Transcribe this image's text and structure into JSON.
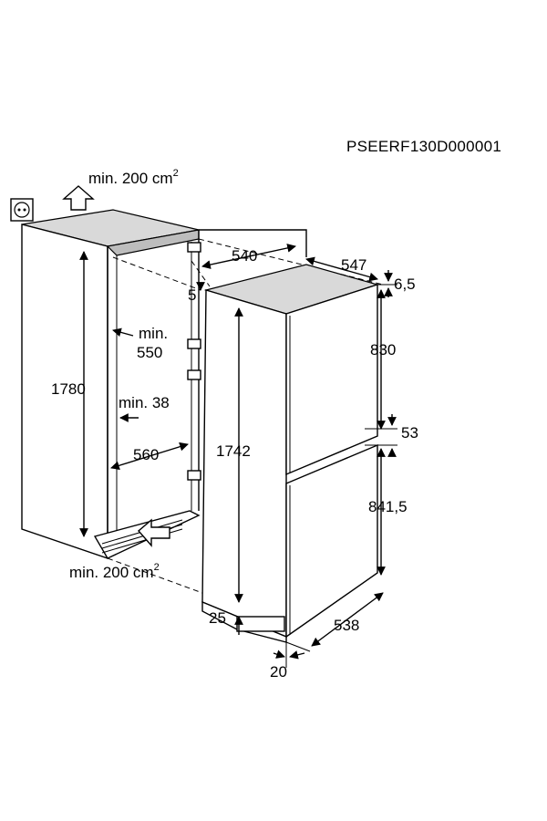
{
  "header": {
    "product_code": "PSEERF130D000001"
  },
  "labels": {
    "vent_top": "min. 200 cm",
    "vent_top_sup": "2",
    "vent_bottom": "min. 200 cm",
    "vent_bottom_sup": "2",
    "niche_height": "1780",
    "niche_depth_min": "min.",
    "niche_depth_min_val": "550",
    "side_gap_min": "min. 38",
    "niche_width": "560",
    "hinge_gap": "5",
    "appliance_width": "540",
    "appliance_depth": "547",
    "top_offset": "6,5",
    "upper_door": "830",
    "door_gap": "53",
    "lower_door": "841,5",
    "appliance_height": "1742",
    "bottom_gap": "25",
    "base_depth": "538",
    "base_offset": "20"
  },
  "icons": {
    "socket": "power-socket-icon",
    "vent_top": "airflow-up-arrow-icon",
    "vent_bottom": "airflow-in-arrow-icon"
  }
}
